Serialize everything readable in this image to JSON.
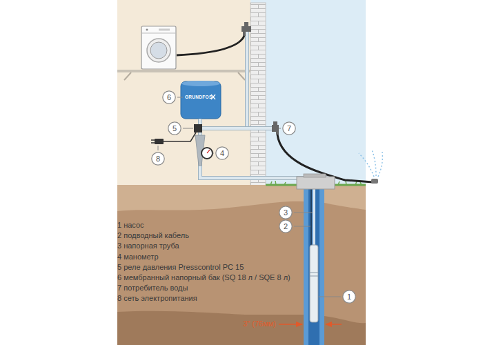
{
  "diagram": {
    "nodes": [
      {
        "text": [
          "6"
        ]
      },
      {
        "text": [
          "5"
        ]
      },
      {
        "text": [
          "7"
        ]
      },
      {
        "text": [
          "4"
        ]
      },
      {
        "text": [
          "8"
        ]
      },
      {
        "text": [
          "3"
        ]
      },
      {
        "text": [
          "2"
        ]
      },
      {
        "text": [
          "1"
        ]
      }
    ],
    "labels": [
      "GRUNDFOS",
      "1 насос",
      "2 подводный кабель",
      "3 напорная труба",
      "4 манометр",
      "5 реле давления Presscontrol PC 15",
      "6 мембранный напорный бак (SQ 18 л / SQE 8 л)",
      "7 потребитель воды",
      "8 сеть электропитания",
      "3\" (76мм)"
    ]
  }
}
